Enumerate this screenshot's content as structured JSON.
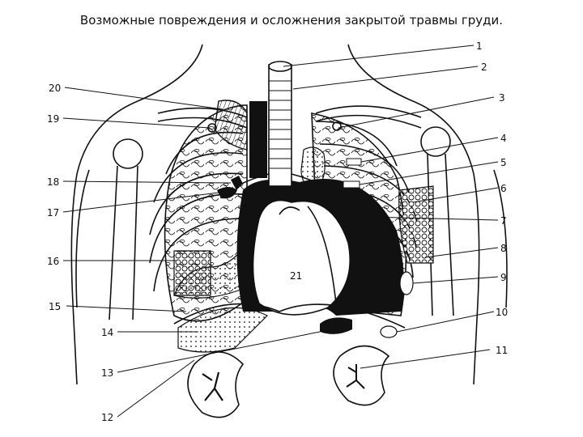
{
  "title": "Возможные повреждения и осложнения закрытой травмы груди.",
  "callouts": [
    "1",
    "2",
    "3",
    "4",
    "5",
    "6",
    "7",
    "8",
    "9",
    "10",
    "11",
    "12",
    "13",
    "14",
    "15",
    "16",
    "17",
    "18",
    "19",
    "20",
    "21"
  ],
  "colors": {
    "ink": "#111111",
    "background": "#ffffff"
  }
}
